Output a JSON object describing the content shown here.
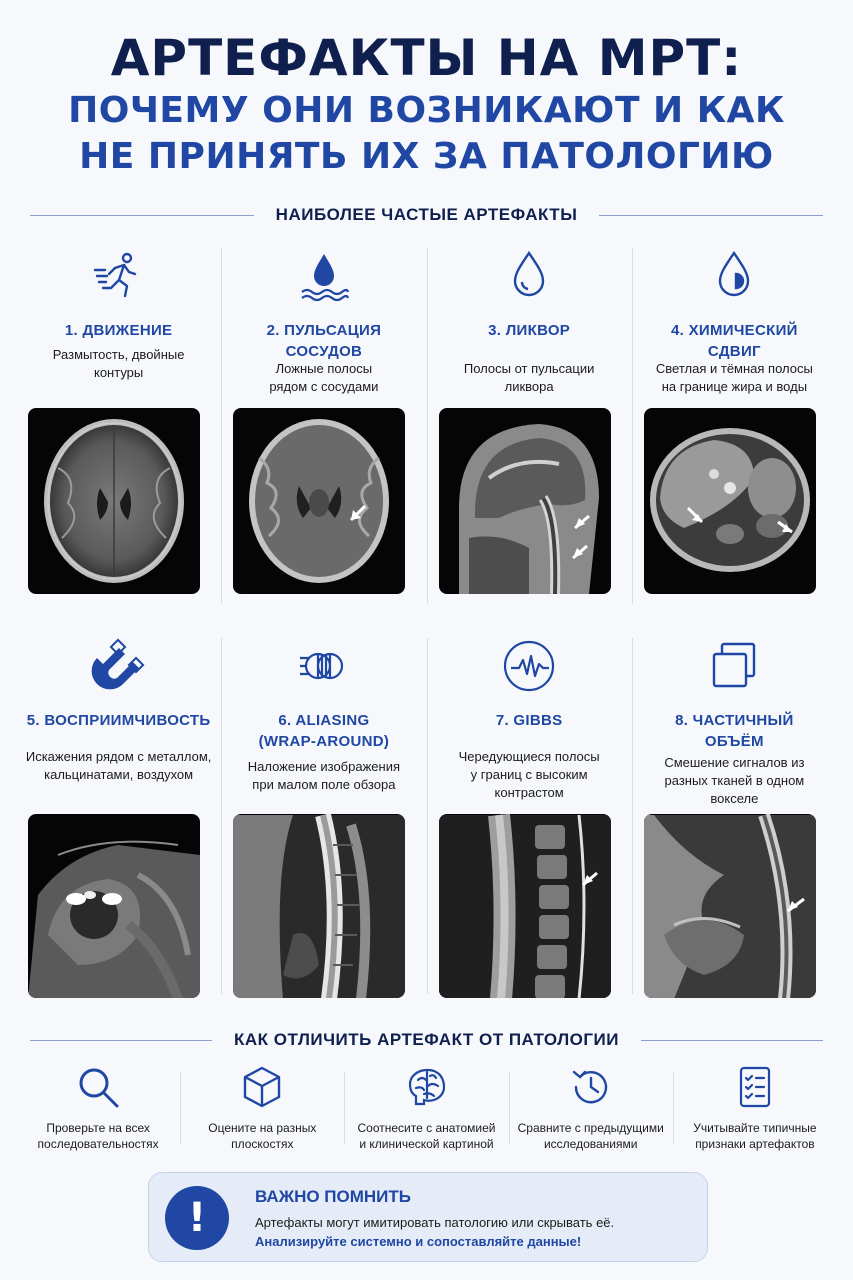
{
  "header": {
    "title_line1": "АРТЕФАКТЫ НА МРТ:",
    "title_line2": "ПОЧЕМУ ОНИ ВОЗНИКАЮТ И КАК",
    "title_line3": "НЕ ПРИНЯТЬ ИХ ЗА ПАТОЛОГИЮ"
  },
  "sections": {
    "common": "НАИБОЛЕЕ ЧАСТЫЕ АРТЕФАКТЫ",
    "distinguish": "КАК ОТЛИЧИТЬ АРТЕФАКТ ОТ ПАТОЛОГИИ"
  },
  "artifacts": [
    {
      "title1": "1. ДВИЖЕНИЕ",
      "title2": "",
      "desc1": "Размытость, двойные",
      "desc2": "контуры",
      "desc3": "",
      "icon": "running-person-icon",
      "scan": "axial-brain-mri"
    },
    {
      "title1": "2. ПУЛЬСАЦИЯ",
      "title2": "СОСУДОВ",
      "desc1": "Ложные полосы",
      "desc2": "рядом с сосудами",
      "desc3": "",
      "icon": "water-drop-icon",
      "scan": "axial-brain-mri"
    },
    {
      "title1": "3. ЛИКВОР",
      "title2": "",
      "desc1": "Полосы от пульсации",
      "desc2": "ликвора",
      "desc3": "",
      "icon": "droplet-outline-icon",
      "scan": "sagittal-head-mri"
    },
    {
      "title1": "4. ХИМИЧЕСКИЙ",
      "title2": "СДВИГ",
      "desc1": "Светлая и тёмная полосы",
      "desc2": "на границе жира и воды",
      "desc3": "",
      "icon": "half-droplet-icon",
      "scan": "axial-abdomen-mri"
    },
    {
      "title1": "5. ВОСПРИИМЧИВОСТЬ",
      "title2": "",
      "desc1": "Искажения рядом с металлом,",
      "desc2": "кальцинатами, воздухом",
      "desc3": "",
      "icon": "magnet-icon",
      "scan": "shoulder-mri"
    },
    {
      "title1": "6. ALIASING",
      "title2": "(WRAP-AROUND)",
      "desc1": "Наложение изображения",
      "desc2": "при малом поле обзора",
      "desc3": "",
      "icon": "wrap-around-icon",
      "scan": "sagittal-spine-mri"
    },
    {
      "title1": "7. GIBBS",
      "title2": "",
      "desc1": "Чередующиеся полосы",
      "desc2": "у границ с высоким",
      "desc3": "контрастом",
      "icon": "waveform-icon",
      "scan": "sagittal-thoracic-spine-mri"
    },
    {
      "title1": "8. ЧАСТИЧНЫЙ",
      "title2": "ОБЪЁМ",
      "desc1": "Смешение сигналов из",
      "desc2": "разных тканей в одном",
      "desc3": "вокселе",
      "icon": "overlapping-squares-icon",
      "scan": "sagittal-knee-mri"
    }
  ],
  "tips": [
    {
      "line1": "Проверьте на всех",
      "line2": "последовательностях",
      "icon": "magnifier-icon"
    },
    {
      "line1": "Оцените на разных",
      "line2": "плоскостях",
      "icon": "cube-icon"
    },
    {
      "line1": "Соотнесите с анатомией",
      "line2": "и клинической картиной",
      "icon": "brain-icon"
    },
    {
      "line1": "Сравните с предыдущими",
      "line2": "исследованиями",
      "icon": "clock-history-icon"
    },
    {
      "line1": "Учитывайте типичные",
      "line2": "признаки артефактов",
      "icon": "checklist-icon"
    }
  ],
  "notice": {
    "mark": "!",
    "title": "ВАЖНО ПОМНИТЬ",
    "line1": "Артефакты могут имитировать патологию или скрывать её.",
    "line2": "Анализируйте системно и сопоставляйте данные!"
  },
  "colors": {
    "navy": "#10204e",
    "accent": "#1f47a3",
    "background": "#f6f8fc",
    "panel": "#e6ecf7"
  }
}
